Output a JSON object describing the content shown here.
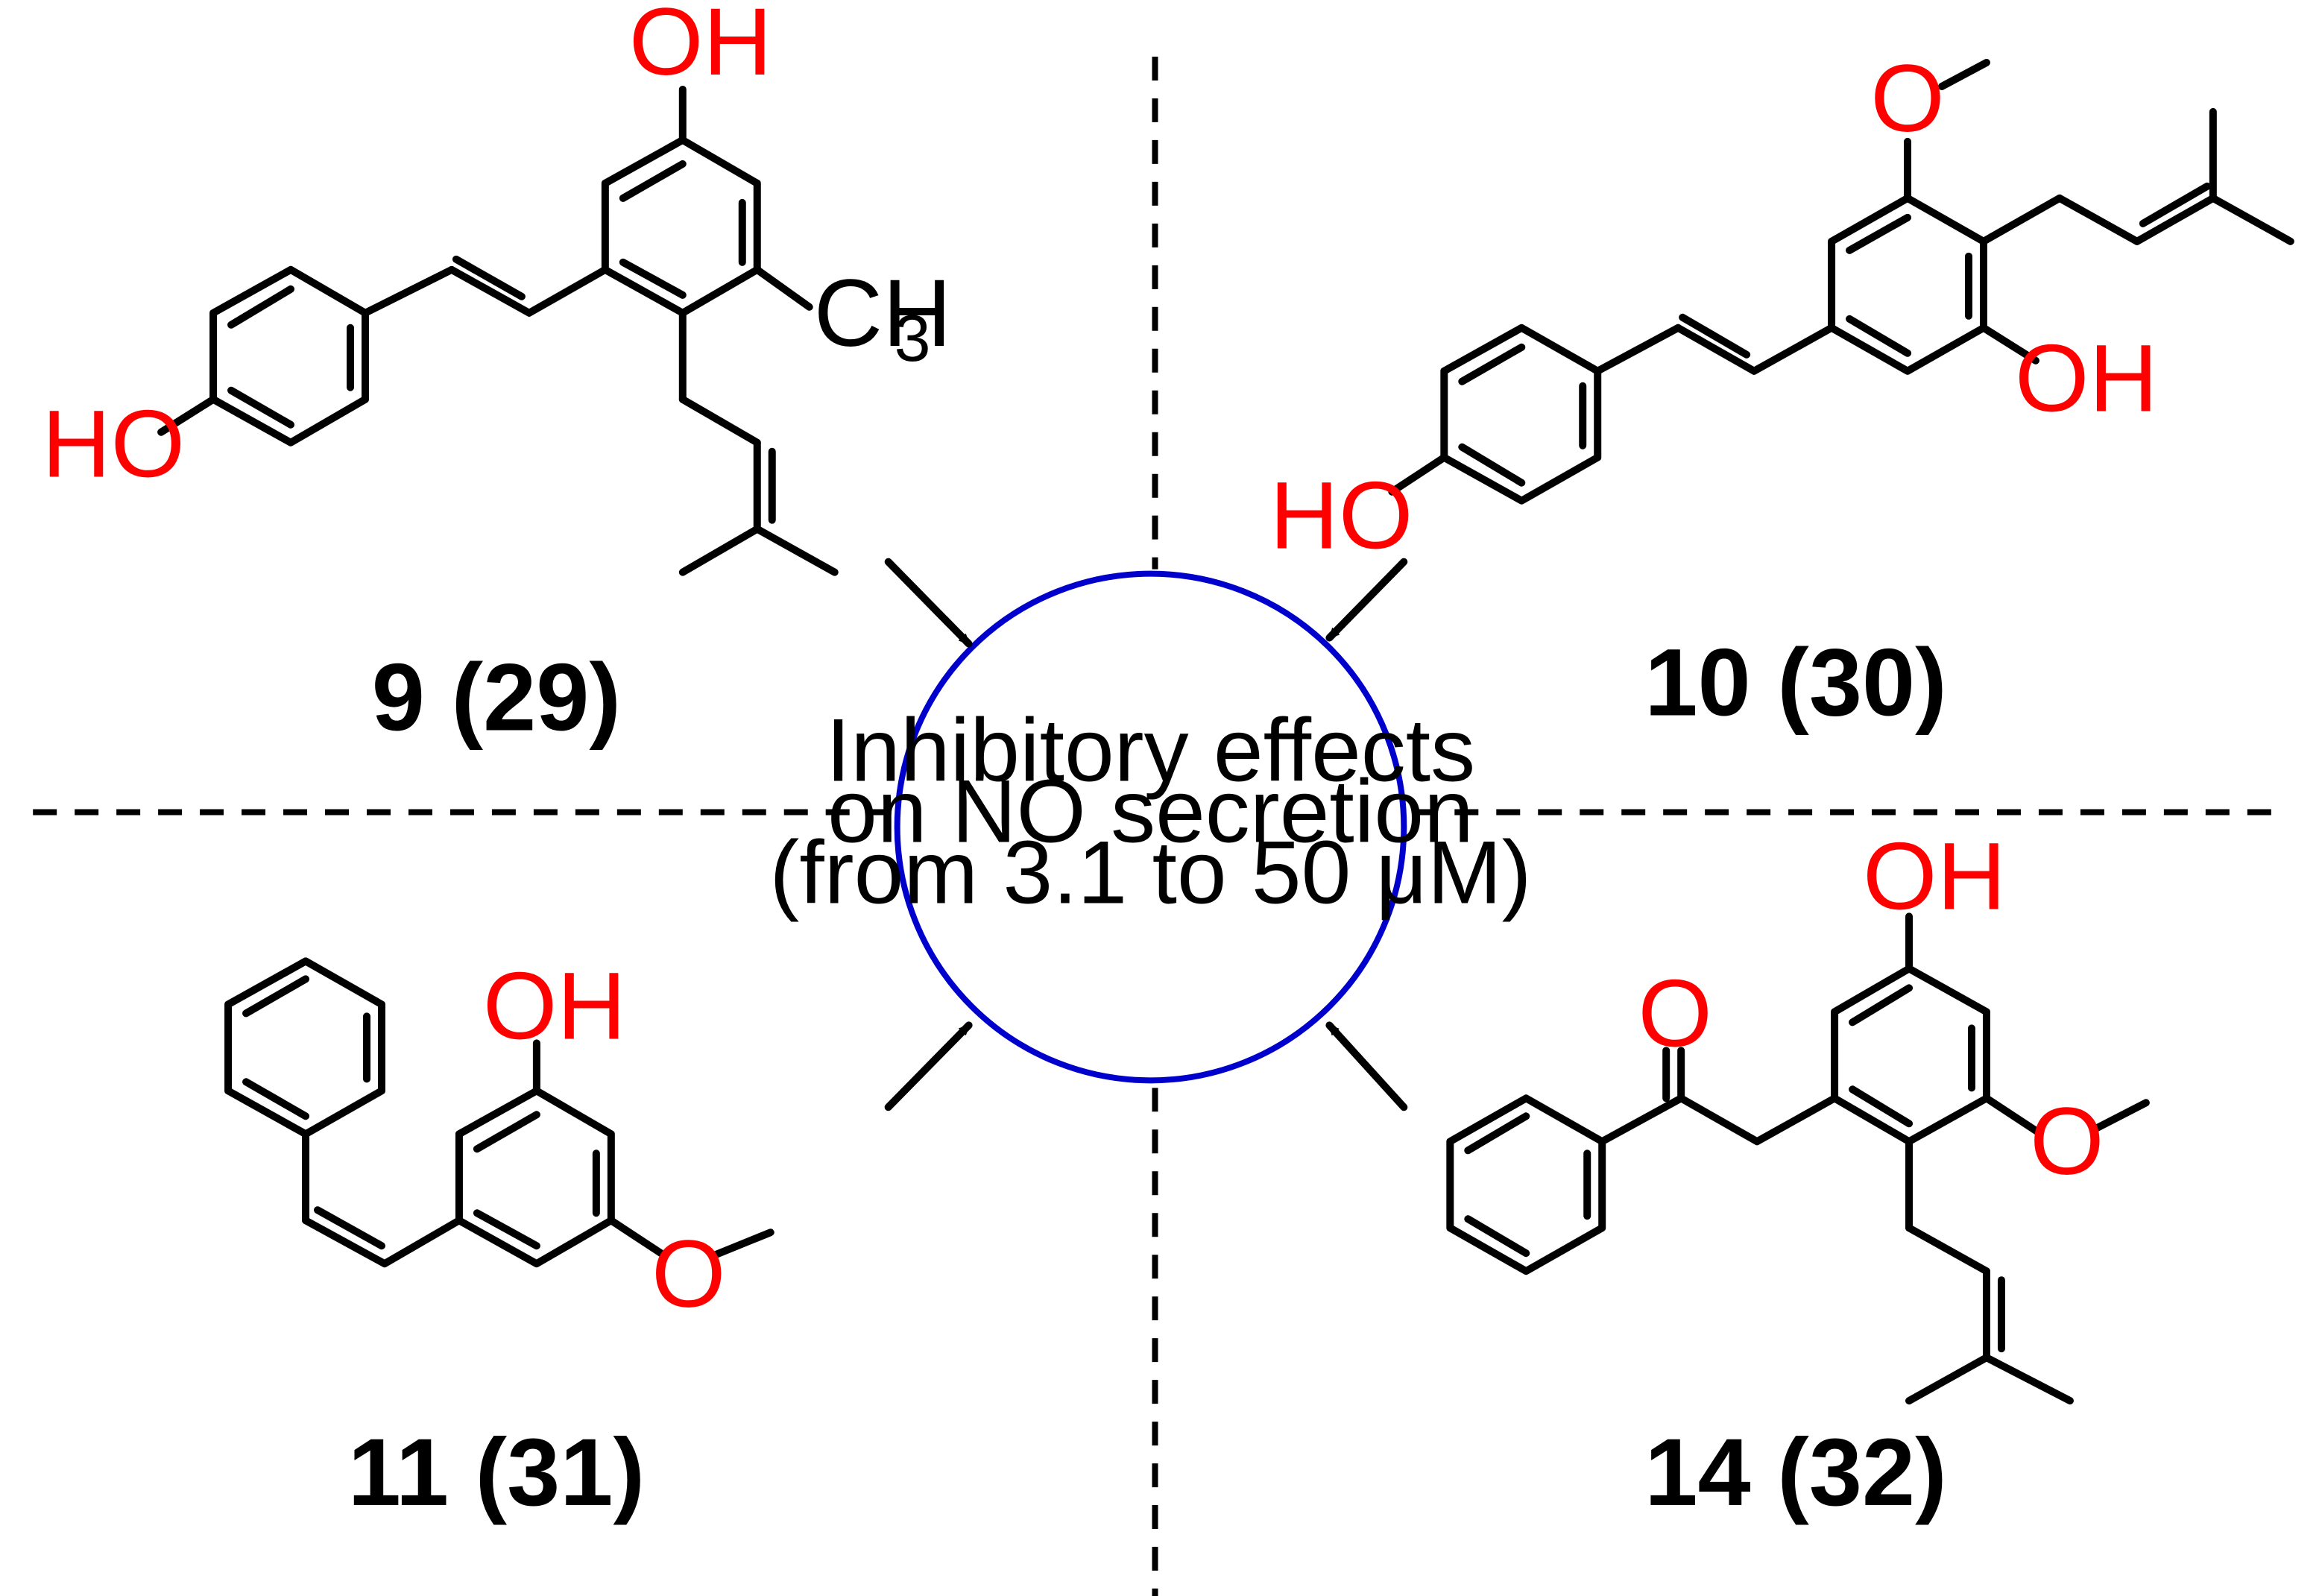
{
  "center": {
    "lines": [
      "Inhibitory effects",
      "on NO secretion",
      "(from 3.1 to 50 μM)"
    ],
    "circle_color": "#0000cc"
  },
  "compounds": [
    {
      "label": "9 (29)",
      "atoms": {
        "oh_top": "OH",
        "oh_left": "HO",
        "methyl": "CH",
        "methyl_sub": "3"
      }
    },
    {
      "label": "10 (30)",
      "atoms": {
        "o_top": "O",
        "oh_right": "OH",
        "oh_left": "HO"
      }
    },
    {
      "label": "11 (31)",
      "atoms": {
        "oh_top": "OH",
        "o_bottom": "O"
      }
    },
    {
      "label": "14 (32)",
      "atoms": {
        "oh_top": "OH",
        "o_keto": "O",
        "o_meo": "O"
      }
    }
  ],
  "colors": {
    "heteroatom": "#ff0000",
    "bonds": "#000000"
  }
}
